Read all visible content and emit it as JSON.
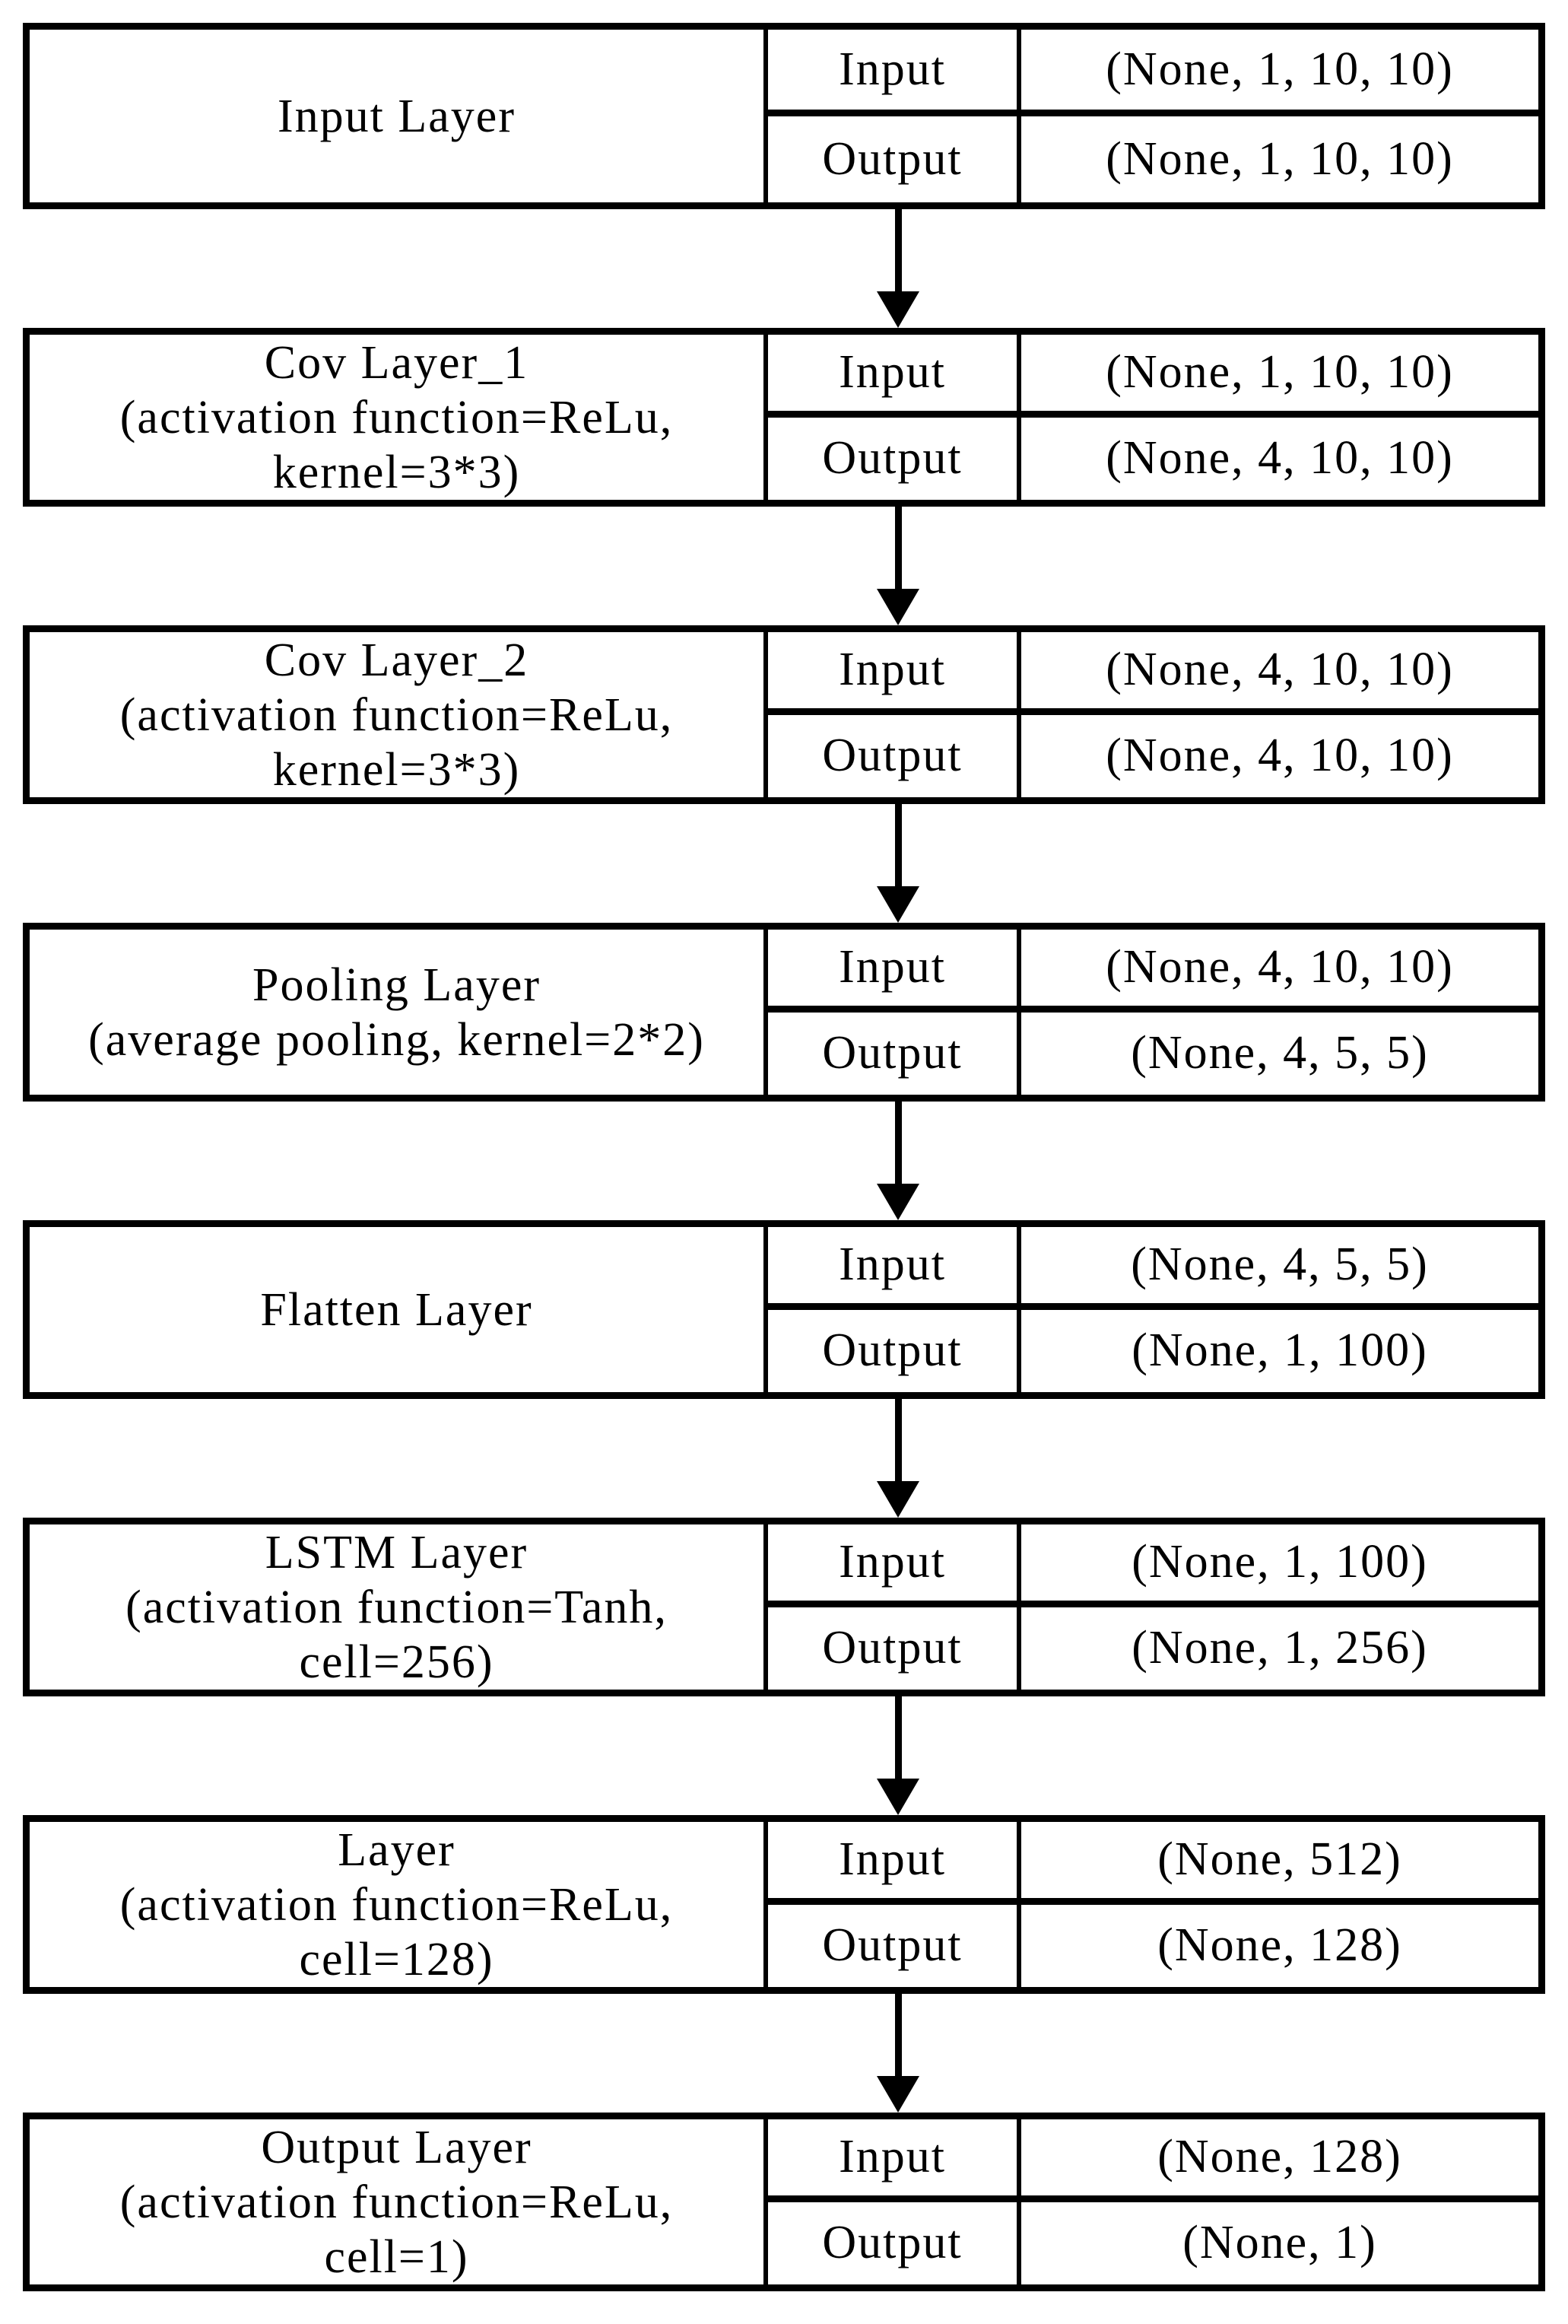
{
  "labels": {
    "input": "Input",
    "output": "Output"
  },
  "colors": {
    "line": "#000000",
    "background": "#ffffff"
  },
  "blocks": [
    {
      "title_lines": [
        "Input Layer"
      ],
      "input_shape": "(None, 1, 10, 10)",
      "output_shape": "(None, 1, 10, 10)"
    },
    {
      "title_lines": [
        "Cov Layer_1",
        "(activation function=ReLu,",
        "kernel=3*3)"
      ],
      "input_shape": "(None, 1, 10, 10)",
      "output_shape": "(None, 4, 10, 10)"
    },
    {
      "title_lines": [
        "Cov Layer_2",
        "(activation function=ReLu,",
        "kernel=3*3)"
      ],
      "input_shape": "(None, 4, 10, 10)",
      "output_shape": "(None, 4, 10, 10)"
    },
    {
      "title_lines": [
        "Pooling Layer",
        "(average pooling, kernel=2*2)"
      ],
      "input_shape": "(None, 4, 10, 10)",
      "output_shape": "(None, 4, 5, 5)"
    },
    {
      "title_lines": [
        "Flatten Layer"
      ],
      "input_shape": "(None, 4, 5, 5)",
      "output_shape": "(None, 1, 100)"
    },
    {
      "title_lines": [
        "LSTM Layer",
        "(activation function=Tanh,",
        "cell=256)"
      ],
      "input_shape": "(None, 1, 100)",
      "output_shape": "(None, 1, 256)"
    },
    {
      "title_lines": [
        "Layer",
        "(activation function=ReLu,",
        "cell=128)"
      ],
      "input_shape": "(None, 512)",
      "output_shape": "(None, 128)"
    },
    {
      "title_lines": [
        "Output Layer",
        "(activation function=ReLu,",
        "cell=1)"
      ],
      "input_shape": "(None, 128)",
      "output_shape": "(None, 1)"
    }
  ]
}
